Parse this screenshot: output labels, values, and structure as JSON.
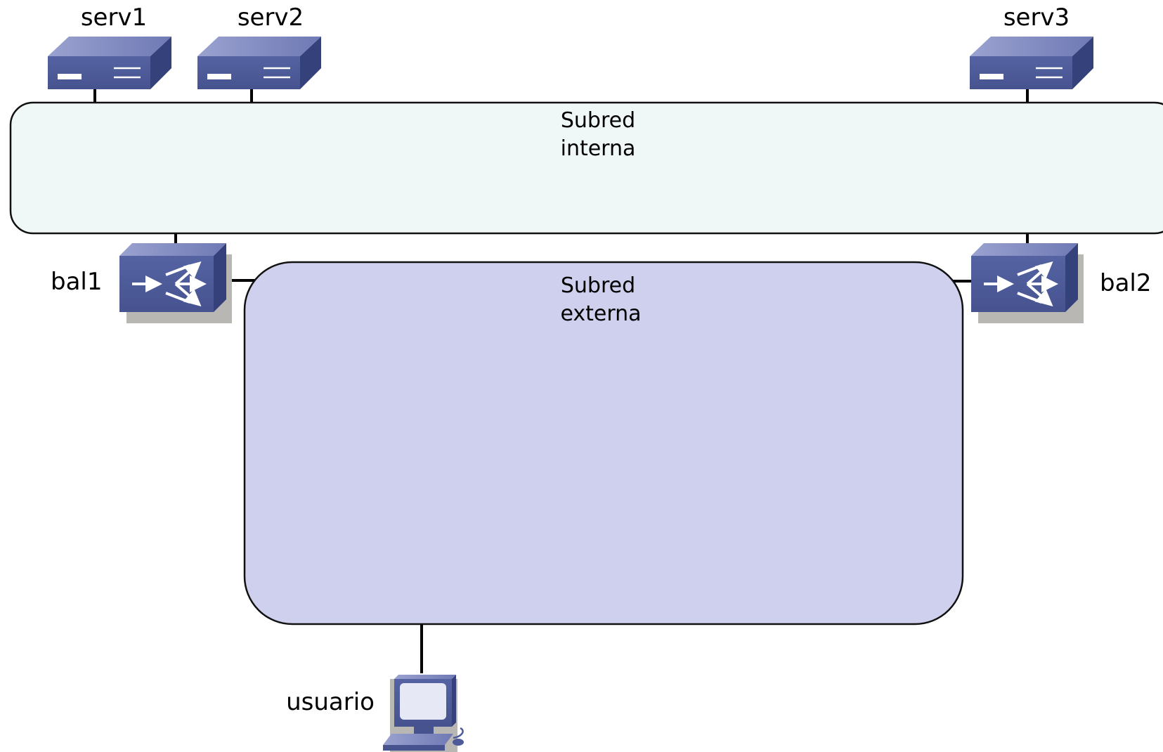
{
  "diagram": {
    "subnets": {
      "internal": {
        "line1": "Subred",
        "line2": "interna",
        "fill": "#eff8f7"
      },
      "external": {
        "line1": "Subred",
        "line2": "externa",
        "fill": "#cfd0ee"
      }
    },
    "servers": [
      {
        "label": "serv1"
      },
      {
        "label": "serv2"
      },
      {
        "label": "serv3"
      }
    ],
    "balancers": [
      {
        "label": "bal1"
      },
      {
        "label": "bal2"
      }
    ],
    "client": {
      "label": "usuario"
    },
    "colors": {
      "device_front": "#4d5b9a",
      "device_top": "#8a93c6",
      "device_side": "#35417a",
      "outline": "#111111"
    }
  }
}
